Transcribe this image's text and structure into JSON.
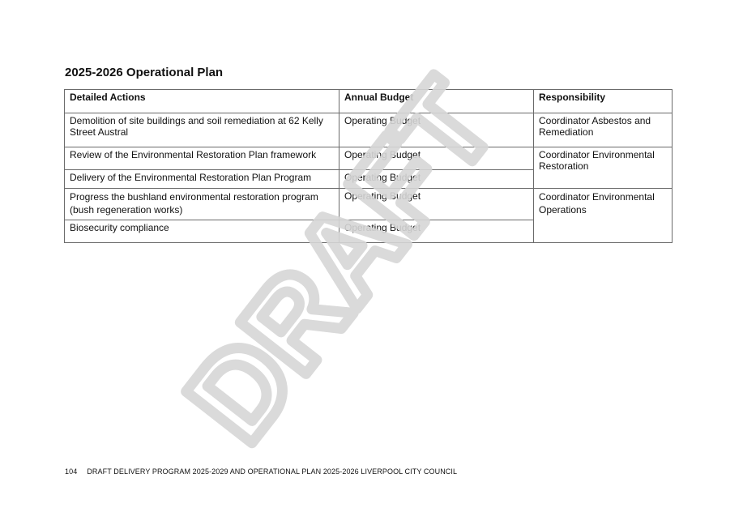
{
  "document": {
    "title": "2025-2026 Operational Plan",
    "watermark": "DRAFT",
    "watermark_color": "#d6d6d6",
    "table": {
      "headers": [
        "Detailed Actions",
        "Annual Budget",
        "Responsibility"
      ],
      "rows": [
        {
          "action": "Demolition of site buildings and soil remediation at 62 Kelly Street Austral",
          "budget": "Operating Budget",
          "responsibility": "Coordinator Asbestos and Remediation"
        },
        {
          "action": "Review of the Environmental Restoration Plan framework",
          "budget": "Operating Budget",
          "responsibility": "Coordinator Environmental Restoration"
        },
        {
          "action": "Delivery of the Environmental Restoration Plan Program",
          "budget": "Operating Budget",
          "responsibility": ""
        },
        {
          "action": "Progress the bushland environmental restoration program (bush regeneration works)",
          "budget": "Operating Budget",
          "responsibility": "Coordinator Environmental Operations"
        },
        {
          "action": "Biosecurity compliance",
          "budget": "Operating Budget",
          "responsibility": ""
        }
      ]
    },
    "footer": {
      "page_number": "104",
      "text": "DRAFT DELIVERY PROGRAM 2025-2029 AND OPERATIONAL PLAN 2025-2026 LIVERPOOL CITY COUNCIL"
    }
  }
}
